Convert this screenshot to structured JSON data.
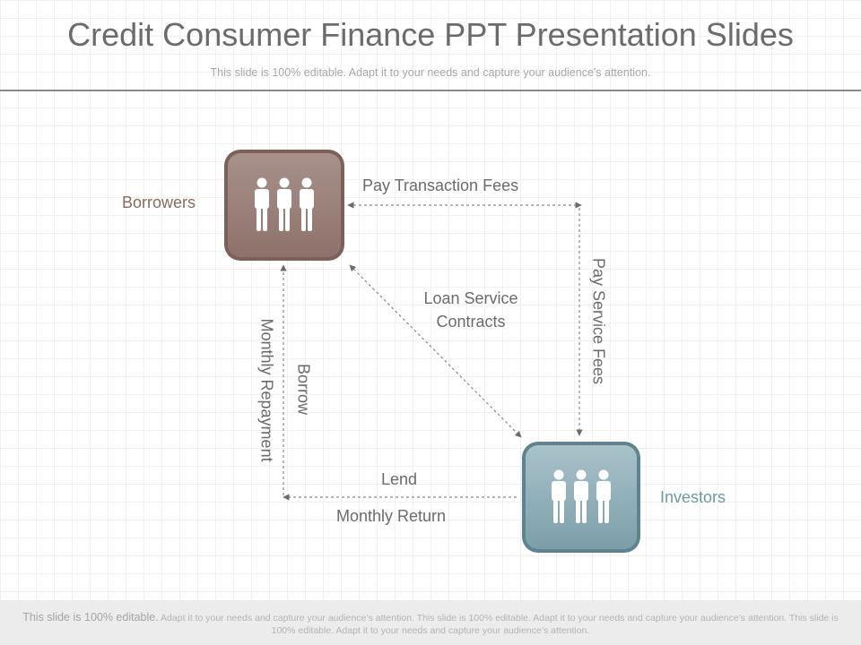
{
  "header": {
    "title": "Credit Consumer Finance PPT Presentation Slides",
    "subtitle": "This slide is 100% editable. Adapt it to your needs and capture your audience's attention."
  },
  "diagram": {
    "nodes": {
      "borrowers": {
        "label": "Borrowers",
        "icon": "people-group-icon",
        "color": "#7d6159"
      },
      "investors": {
        "label": "Investors",
        "icon": "people-group-icon",
        "color": "#5f8490"
      }
    },
    "edges": {
      "pay_transaction_fees": "Pay Transaction Fees",
      "pay_service_fees": "Pay Service Fees",
      "loan_service_contracts": "Loan Service Contracts",
      "monthly_repayment": "Monthly Repayment",
      "borrow": "Borrow",
      "lend": "Lend",
      "monthly_return": "Monthly Return"
    }
  },
  "footer": {
    "lead": "This slide is 100% editable.",
    "text": "Adapt it to your needs and capture your audience’s attention. This slide is 100% editable. Adapt it to your needs and capture your audience’s attention. This slide is 100% editable. Adapt it to your needs and capture your audience’s attention."
  }
}
